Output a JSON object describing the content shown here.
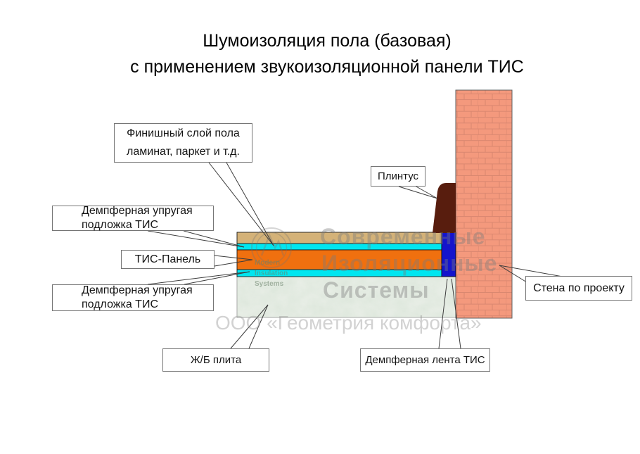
{
  "title": {
    "line1": "Шумоизоляция пола (базовая)",
    "line2": "с применением звукоизоляционной панели ТИС"
  },
  "callouts": {
    "finish_layer": {
      "line1": "Финишный слой пола",
      "line2": "ламинат, паркет и т.д."
    },
    "plinth": {
      "label": "Плинтус"
    },
    "underlay_top": {
      "line1": "Демпферная упругая",
      "line2": "подложка ТИС"
    },
    "tis_panel": {
      "label": "ТИС-Панель"
    },
    "underlay_bottom": {
      "line1": "Демпферная упругая",
      "line2": "подложка ТИС"
    },
    "wall": {
      "label": "Стена по проекту"
    },
    "slab": {
      "label": "Ж/Б плита"
    },
    "damper_tape": {
      "label": "Демпферная лента ТИС"
    }
  },
  "watermark": {
    "line1": "Современные",
    "line2": "Изоляционные",
    "line3": "Системы",
    "company": "ООО «Геометрия комфорта»",
    "logo_line1": "Modern",
    "logo_line2": "Insulation",
    "logo_line3": "Systems"
  },
  "colors": {
    "finish_layer": "#D4B278",
    "underlay": "#00E6F0",
    "tis_panel": "#F0700F",
    "damper_tape": "#1414CC",
    "plinth": "#581D0E",
    "brick": "#F4997D",
    "brick_line": "#D98770",
    "concrete": "#EAEFE8"
  }
}
